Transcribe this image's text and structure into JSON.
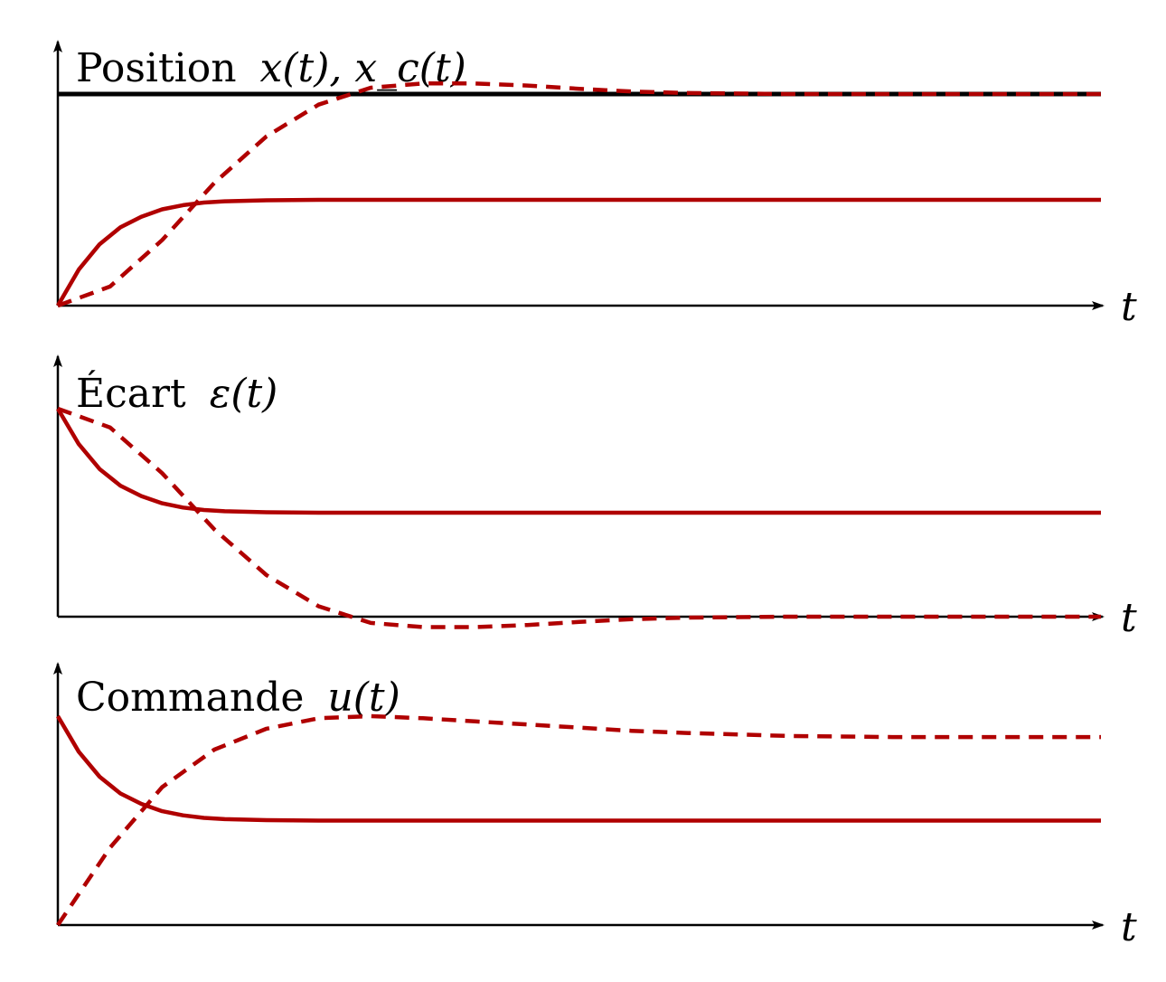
{
  "colors": {
    "axis": "#000000",
    "curve": "#b00000",
    "reference": "#000000"
  },
  "chart_data": [
    {
      "type": "line",
      "title": "Position x(t), x_c(t)",
      "title_text": "Position",
      "title_math": "x(t), x_c(t)",
      "xlabel": "t",
      "ylim": [
        0,
        1.2
      ],
      "series": [
        {
          "style": "solid",
          "color": "reference",
          "x": [
            0,
            10
          ],
          "y": [
            1,
            1
          ]
        },
        {
          "style": "solid",
          "color": "curve",
          "x": [
            0,
            0.2,
            0.4,
            0.6,
            0.8,
            1.0,
            1.2,
            1.4,
            1.6,
            2.0,
            2.5,
            3.0,
            4.0,
            6.0,
            8.0,
            10.0
          ],
          "y": [
            0,
            0.17,
            0.29,
            0.37,
            0.42,
            0.455,
            0.475,
            0.487,
            0.493,
            0.498,
            0.5,
            0.5,
            0.5,
            0.5,
            0.5,
            0.5
          ]
        },
        {
          "style": "dashed",
          "color": "curve",
          "x": [
            0,
            0.5,
            1.0,
            1.5,
            2.0,
            2.5,
            3.0,
            3.5,
            4.0,
            4.5,
            5.0,
            5.5,
            6.0,
            7.0,
            8.0,
            9.0,
            10.0
          ],
          "y": [
            0,
            0.09,
            0.31,
            0.58,
            0.8,
            0.95,
            1.03,
            1.05,
            1.05,
            1.04,
            1.025,
            1.012,
            1.005,
            1.0,
            1.0,
            1.0,
            1.0
          ]
        }
      ]
    },
    {
      "type": "line",
      "title": "Écart ε(t)",
      "title_text": "Écart",
      "title_math": "ε(t)",
      "xlabel": "t",
      "ylim": [
        -0.1,
        1.1
      ],
      "series": [
        {
          "style": "solid",
          "color": "curve",
          "x": [
            0,
            0.2,
            0.4,
            0.6,
            0.8,
            1.0,
            1.2,
            1.4,
            1.6,
            2.0,
            2.5,
            3.0,
            4.0,
            6.0,
            8.0,
            10.0
          ],
          "y": [
            1,
            0.83,
            0.71,
            0.63,
            0.58,
            0.545,
            0.525,
            0.513,
            0.507,
            0.502,
            0.5,
            0.5,
            0.5,
            0.5,
            0.5,
            0.5
          ]
        },
        {
          "style": "dashed",
          "color": "curve",
          "x": [
            0,
            0.5,
            1.0,
            1.5,
            2.0,
            2.5,
            3.0,
            3.5,
            4.0,
            4.5,
            5.0,
            5.5,
            6.0,
            7.0,
            8.0,
            9.0,
            10.0
          ],
          "y": [
            1,
            0.91,
            0.69,
            0.42,
            0.2,
            0.05,
            -0.03,
            -0.05,
            -0.05,
            -0.04,
            -0.025,
            -0.012,
            -0.005,
            0,
            0,
            0,
            0
          ]
        }
      ]
    },
    {
      "type": "line",
      "title": "Commande u(t)",
      "title_text": "Commande",
      "title_math": "u(t)",
      "xlabel": "t",
      "ylim": [
        0,
        1.25
      ],
      "series": [
        {
          "style": "solid",
          "color": "curve",
          "x": [
            0,
            0.2,
            0.4,
            0.6,
            0.8,
            1.0,
            1.2,
            1.4,
            1.6,
            2.0,
            2.5,
            3.0,
            4.0,
            6.0,
            8.0,
            10.0
          ],
          "y": [
            1,
            0.83,
            0.71,
            0.63,
            0.58,
            0.545,
            0.525,
            0.513,
            0.507,
            0.502,
            0.5,
            0.5,
            0.5,
            0.5,
            0.5,
            0.5
          ]
        },
        {
          "style": "dashed",
          "color": "curve",
          "x": [
            0,
            0.5,
            1.0,
            1.5,
            2.0,
            2.5,
            3.0,
            3.5,
            4.0,
            4.5,
            5.0,
            5.5,
            6.0,
            7.0,
            8.0,
            9.0,
            10.0
          ],
          "y": [
            0,
            0.37,
            0.66,
            0.84,
            0.94,
            0.99,
            1.0,
            0.99,
            0.975,
            0.96,
            0.945,
            0.93,
            0.92,
            0.905,
            0.9,
            0.9,
            0.9
          ]
        }
      ]
    }
  ]
}
